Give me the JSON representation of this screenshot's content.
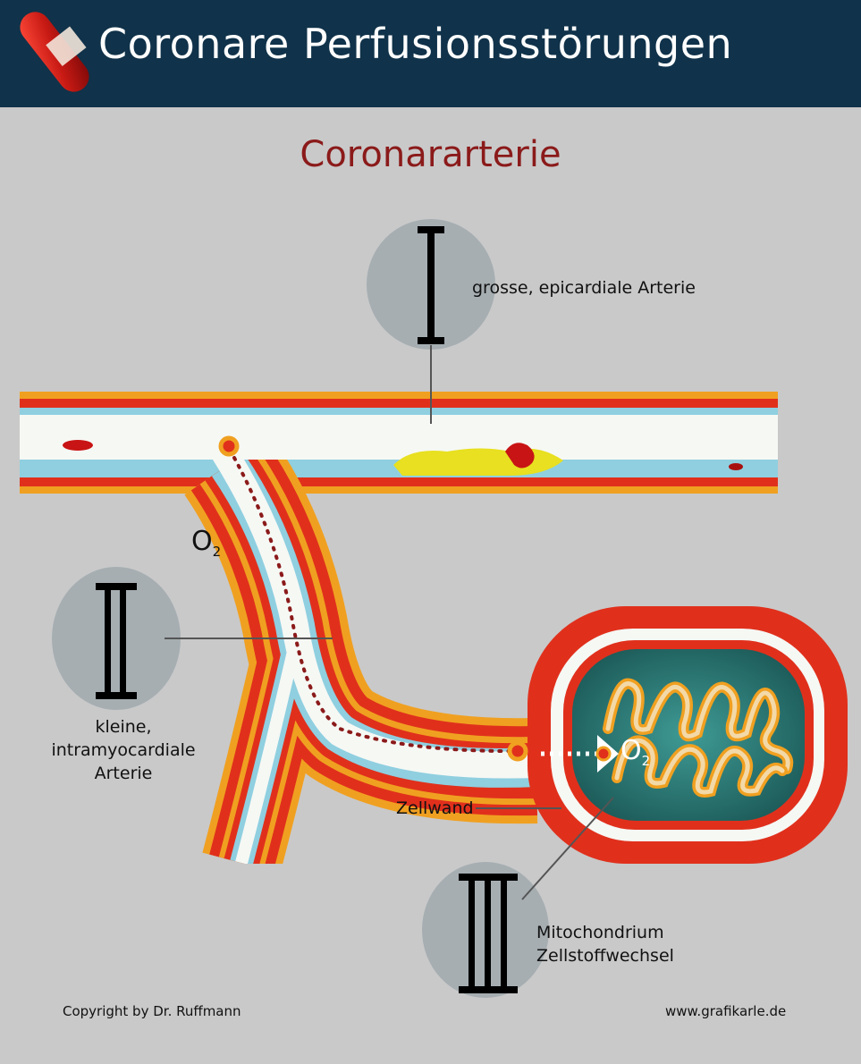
{
  "header": {
    "title": "Coronare Perfusionsstörungen"
  },
  "diagram": {
    "title": "Coronararterie",
    "labels": {
      "large_artery": "grosse, epicardiale Arterie",
      "small_artery_line1": "kleine, intramyocardiale",
      "small_artery_line2": "Arterie",
      "cell_wall": "Zellwand",
      "mitochondrion_line1": "Mitochondrium",
      "mitochondrion_line2": "Zellstoffwechsel"
    },
    "oxygen": {
      "symbol": "O",
      "subscript": "2"
    }
  },
  "footer": {
    "copyright": "Copyright by Dr. Ruffmann",
    "website": "www.grafikarle.de"
  },
  "colors": {
    "header_bg": "#10324a",
    "background": "#c9c9c9",
    "title_red": "#8b1a1a",
    "vessel_red": "#e0301c",
    "vessel_orange": "#f0a020",
    "vessel_blue": "#8fcfe0",
    "plaque_yellow": "#e8e020",
    "mitochondrion_teal": "#2f7f7a",
    "marker_circle": "#a6aeb2"
  },
  "icons": [
    "logo-capsule-icon",
    "roman-numeral-one-icon",
    "roman-numeral-two-icon",
    "roman-numeral-three-icon"
  ]
}
